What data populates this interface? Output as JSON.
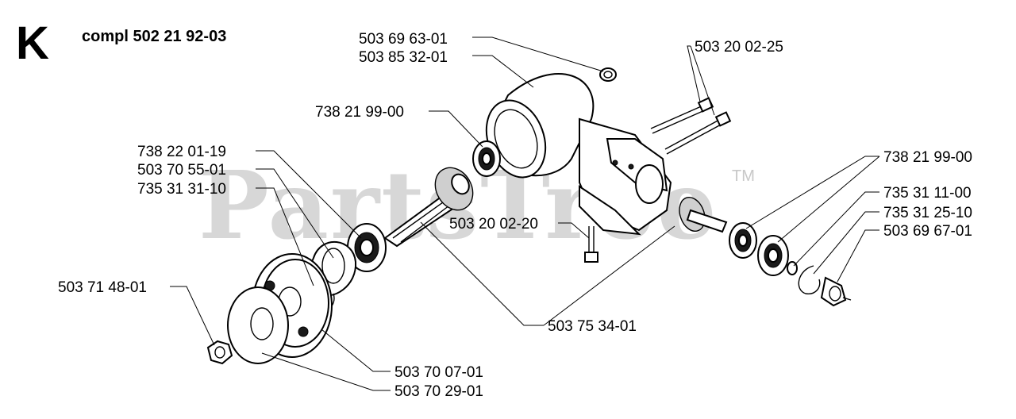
{
  "section_letter": "K",
  "assembly_label": "compl 502 21 92-03",
  "watermark": "PartsTree",
  "watermark_tm": "TM",
  "part_labels": {
    "p503_69_63_01": "503 69 63-01",
    "p503_85_32_01": "503 85 32-01",
    "p503_20_02_25": "503 20 02-25",
    "p738_21_99_00_top": "738 21 99-00",
    "p738_22_01_19": "738 22 01-19",
    "p503_70_55_01": "503 70 55-01",
    "p735_31_31_10": "735 31 31-10",
    "p738_21_99_00_right": "738 21 99-00",
    "p735_31_11_00": "735 31 11-00",
    "p735_31_25_10": "735 31 25-10",
    "p503_69_67_01": "503 69 67-01",
    "p503_20_02_20": "503 20 02-20",
    "p503_71_48_01": "503 71 48-01",
    "p503_75_34_01": "503 75 34-01",
    "p503_70_07_01": "503 70 07-01",
    "p503_70_29_01": "503 70 29-01"
  }
}
